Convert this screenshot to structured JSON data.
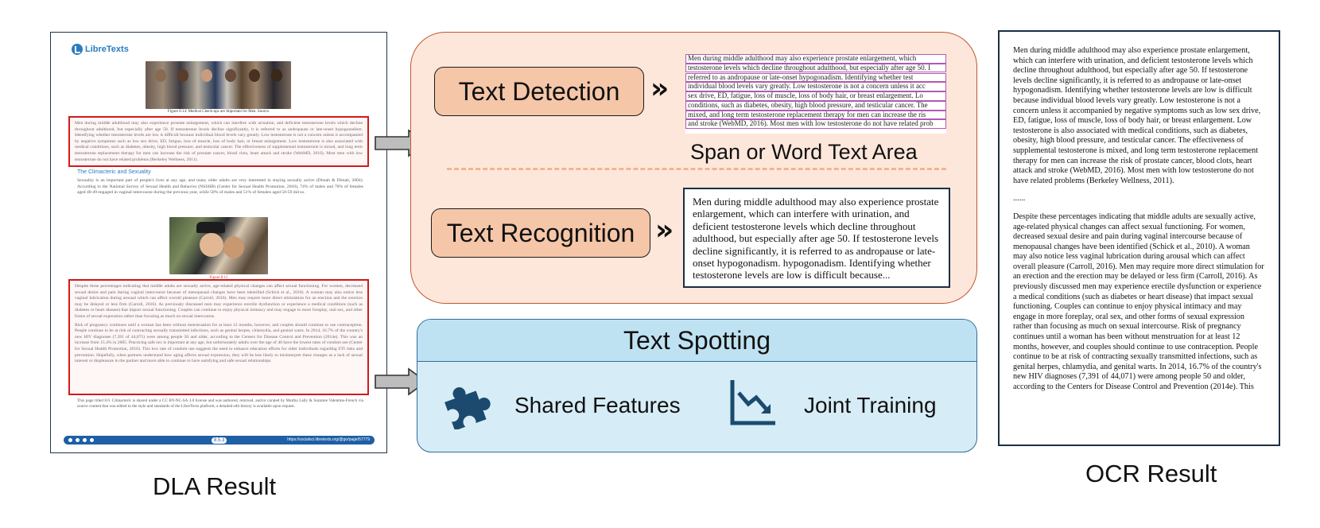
{
  "dla": {
    "logo_text": "LibreTexts",
    "figure1_caption": "Figure 8.14: Medical Check-ups are Important for Men. Source.",
    "box1_text": "Men during middle adulthood may also experience prostate enlargement, which can interfere with urination, and deficient testosterone levels which decline throughout adulthood, but especially after age 50. If testosterone levels decline significantly, it is referred to as andropause or late-onset hypogonadism. Identifying whether testosterone levels are low is difficult because individual blood levels vary greatly. Low testosterone is not a concern unless it accompanied by negative symptoms such as low sex drive, ED, fatigue, loss of muscle, loss of body hair, or breast enlargement. Low testosterone is also associated with medical conditions, such as diabetes, obesity, high blood pressure, and testicular cancer. The effectiveness of supplemental testosterone is mixed, and long term testosterone replacement therapy for men can increase the risk of prostate cancer, blood clots, heart attack and stroke (WebMD, 2016). Most men with low testosterone do not have related problems (Berkeley Wellness, 2011).",
    "section_heading": "The Climacteric and Sexuality",
    "section_para": "Sexuality is an important part of people's lives at any age, and many older adults are very interested in staying sexually active (Dimah & Dimah, 2004). According to the National Survey of Sexual Health and Behavior (NSSHB) (Center for Sexual Health Promotion, 2010), 74% of males and 70% of females aged 40-49 engaged in vaginal intercourse during the previous year, while 58% of males and 51% of females aged 50-59 did so.",
    "figure2_caption": "Figure 8.15",
    "box2_para1": "Despite these percentages indicating that middle adults are sexually active, age-related physical changes can affect sexual functioning. For women, decreased sexual desire and pain during vaginal intercourse because of menopausal changes have been identified (Schick et al., 2010). A woman may also notice less vaginal lubrication during arousal which can affect overall pleasure (Carroll, 2016). Men may require more direct stimulation for an erection and the erection may be delayed or less firm (Carroll, 2016). As previously discussed men may experience erectile dysfunction or experience a medical conditions (such as diabetes or heart disease) that impact sexual functioning. Couples can continue to enjoy physical intimacy and may engage in more foreplay, oral sex, and other forms of sexual expression rather than focusing as much on sexual intercourse.",
    "box2_para2": "Risk of pregnancy continues until a woman has been without menstruation for at least 12 months, however, and couples should continue to use contraception. People continue to be at risk of contracting sexually transmitted infections, such as genital herpes, chlamydia, and genital warts. In 2014, 16.7% of the country's new HIV diagnoses (7,391 of 44,071) were among people 50 and older, according to the Centers for Disease Control and Prevention (2014e). This was an increase from 15.4% in 2005. Practicing safe sex is important at any age, but unfortunately adults over the age of 40 have the lowest rates of condom use (Center for Sexual Health Promotion, 2010). This low rate of condom use suggests the need to enhance education efforts for older individuals regarding STI risks and prevention. Hopefully, when partners understand how aging affects sexual expression, they will be less likely to misinterpret these changes as a lack of sexual interest or displeasure in the partner and more able to continue to have satisfying and safe sexual relationships.",
    "footer_text": "This page titled 8.6: Climacteric is shared under a CC BY-NC-SA 3.0 license and was authored, remixed, and/or curated by Martha Lally & Suzanne Valentine-French via source content that was edited to the style and standards of the LibreTexts platform; a detailed edit history is available upon request.",
    "page_number": "8.5.3",
    "page_url": "https://socialsci.libretexts.org/@go/page/57779",
    "label": "DLA Result"
  },
  "pipeline": {
    "text_detection_label": "Text Detection",
    "chevrons": "»",
    "detection_lines": [
      "Men during middle adulthood may also experience prostate enlargement, which",
      "testosterone levels which decline throughout adulthood, but especially after age 50. I",
      "referred to as andropause or late-onset hypogonadism. Identifying whether test",
      "individual blood levels vary greatly. Low testosterone is not a concern unless it acc",
      "sex drive, ED, fatigue, loss of muscle, loss of body hair, or breast enlargement. Lo",
      "conditions, such as diabetes, obesity, high blood pressure, and testicular cancer. The",
      "mixed, and long term testosterone replacement therapy for men can increase the ris",
      "and stroke (WebMD, 2016). Most men with low testosterone do not have related prob"
    ],
    "span_label": "Span or Word Text Area",
    "text_recognition_label": "Text Recognition",
    "recognition_text": "Men during middle adulthood may also experience prostate enlargement, which can interfere with urination, and deficient testosterone levels which decline throughout adulthood, but especially after age 50. If testosterone levels decline significantly, it is referred to as andropause or late-onset hypogonadism. hypogonadism. Identifying whether testosterone levels are low is difficult because..."
  },
  "spotting": {
    "title": "Text Spotting",
    "shared_features_label": "Shared Features",
    "joint_training_label": "Joint Training",
    "shared_features_icon": "puzzle-piece-icon",
    "joint_training_icon": "trending-down-chart-icon"
  },
  "ocr": {
    "para1": "Men during middle adulthood may also experience prostate enlargement, which can interfere with urination, and deficient testosterone levels which decline throughout adulthood, but especially after age 50. If testosterone levels decline significantly, it is referred to as andropause or late-onset hypogonadism. Identifying whether testosterone levels are low is difficult because individual blood levels vary greatly. Low testosterone is not a concern unless it accompanied by negative symptoms such as low sex drive, ED, fatigue, loss of muscle, loss of body hair, or breast enlargement. Low testosterone is also associated with medical conditions, such as diabetes, obesity, high blood pressure, and testicular cancer. The effectiveness of supplemental testosterone is mixed, and long term testosterone replacement therapy for men can increase the risk of prostate cancer, blood clots, heart attack and stroke (WebMD, 2016). Most men with low testosterone do not have related problems (Berkeley Wellness, 2011).",
    "ellipsis": "......",
    "para2": "Despite these percentages indicating that middle adults are sexually active, age-related physical changes can affect sexual functioning. For women, decreased sexual desire and pain during vaginal intercourse because of menopausal changes have been identified (Schick et al., 2010). A woman may also notice less vaginal lubrication during arousal which can affect overall pleasure (Carroll, 2016). Men may require more direct stimulation for an erection and the erection may be delayed or less firm (Carroll, 2016). As previously discussed men may experience erectile dysfunction or experience a medical conditions (such as diabetes or heart disease) that impact sexual functioning. Couples can continue to enjoy physical intimacy and may engage in more foreplay, oral sex, and other forms of sexual expression rather than focusing as much on sexual intercourse. Risk of pregnancy continues until a woman has been without menstruation for at least 12 months, however, and couples should continue to use contraception. People continue to be at risk of contracting sexually transmitted infections, such as genital herpes, chlamydia, and genital warts. In 2014, 16.7% of the country's new HIV diagnoses (7,391 of 44,071) were among people 50 and older, according to the Centers for Disease Control and Prevention (2014e). This",
    "label": "OCR Result"
  },
  "colors": {
    "detection_panel_fill": "#fde7db",
    "detection_panel_border": "#c0562a",
    "pill_fill": "#f5c6a8",
    "spotting_fill": "#d6ecf6",
    "spotting_border": "#2f6c9c",
    "icon_navy": "#1b4a6e",
    "dla_box_red": "#d11a1a"
  }
}
